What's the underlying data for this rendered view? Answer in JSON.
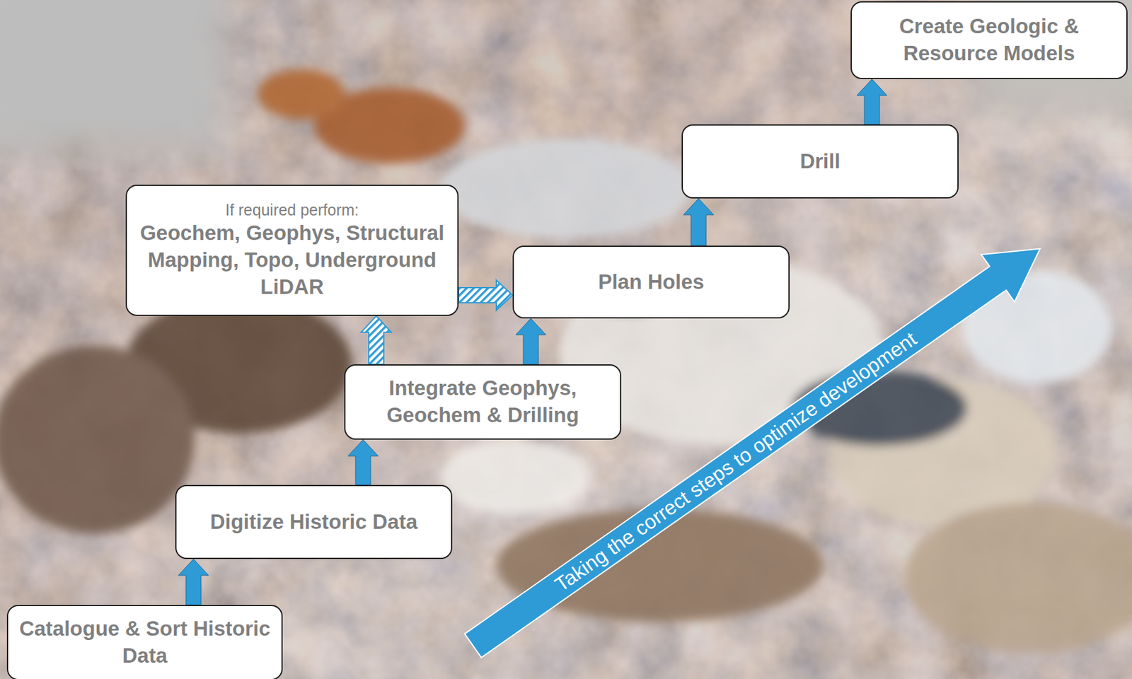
{
  "diagram": {
    "nodes": [
      {
        "text": [
          "Create Geologic & Resource Models"
        ]
      },
      {
        "text": [
          "Drill"
        ]
      },
      {
        "text": [
          "If required perform:",
          "Geochem, Geophys, Structural Mapping, Topo, Underground LiDAR"
        ]
      },
      {
        "text": [
          "Plan Holes"
        ]
      },
      {
        "text": [
          "Integrate Geophys, Geochem & Drilling"
        ]
      },
      {
        "text": [
          "Digitize Historic Data"
        ]
      },
      {
        "text": [
          "Catalogue & Sort Historic Data"
        ]
      }
    ],
    "edges": [
      {
        "from": 6,
        "to": 5,
        "arrow": "to"
      },
      {
        "from": 5,
        "to": 4,
        "arrow": "to"
      },
      {
        "from": 4,
        "to": 3,
        "arrow": "to"
      },
      {
        "from": 4,
        "to": 2,
        "arrow": "to"
      },
      {
        "from": 2,
        "to": 3,
        "arrow": "to"
      },
      {
        "from": 3,
        "to": 1,
        "arrow": "to"
      },
      {
        "from": 1,
        "to": 0,
        "arrow": "to"
      }
    ],
    "labels": [
      "Taking the correct steps to optimize development"
    ]
  }
}
